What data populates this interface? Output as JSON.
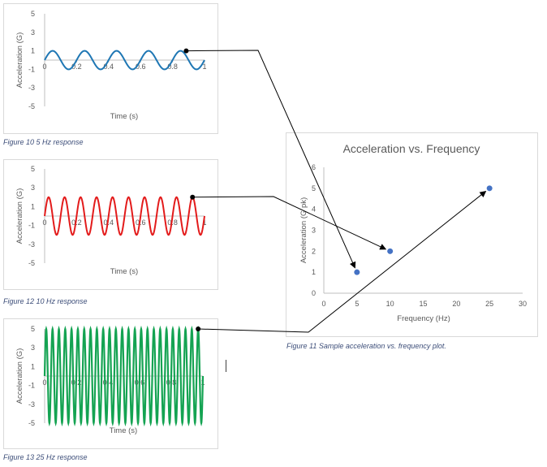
{
  "colors": {
    "wave_5hz": "#1f77b4",
    "wave_10hz": "#e31b1b",
    "wave_25hz": "#14a352",
    "scatter": "#4472c4",
    "arrow": "#000000",
    "caption": "#3d4e79"
  },
  "captions": {
    "fig10": "Figure 10 5 Hz response",
    "fig12": "Figure 12 10 Hz response",
    "fig13": "Figure 13 25 Hz response",
    "fig11": "Figure 11 Sample acceleration vs. frequency plot."
  },
  "chart_data": [
    {
      "type": "line",
      "title": "",
      "xlabel": "Time (s)",
      "ylabel": "Acceleration (G)",
      "xlim": [
        0,
        1
      ],
      "ylim": [
        -5,
        5
      ],
      "x_ticks": [
        "0",
        "0.2",
        "0.4",
        "0.6",
        "0.8",
        "1"
      ],
      "y_ticks": [
        "5",
        "3",
        "1",
        "-1",
        "-3",
        "-5"
      ],
      "series": [
        {
          "frequency_hz": 5,
          "amplitude": 1,
          "color": "#1f77b4"
        }
      ]
    },
    {
      "type": "line",
      "title": "",
      "xlabel": "Time (s)",
      "ylabel": "Acceleration (G)",
      "xlim": [
        0,
        1
      ],
      "ylim": [
        -5,
        5
      ],
      "x_ticks": [
        "0",
        "0.2",
        "0.4",
        "0.6",
        "0.8",
        "1"
      ],
      "y_ticks": [
        "5",
        "3",
        "1",
        "-1",
        "-3",
        "-5"
      ],
      "series": [
        {
          "frequency_hz": 10,
          "amplitude": 2,
          "color": "#e31b1b"
        }
      ]
    },
    {
      "type": "line",
      "title": "",
      "xlabel": "Time (s)",
      "ylabel": "Acceleration (G)",
      "xlim": [
        0,
        1
      ],
      "ylim": [
        -5,
        5
      ],
      "x_ticks": [
        "0",
        "0.2",
        "0.4",
        "0.6",
        "0.8",
        "1"
      ],
      "y_ticks": [
        "5",
        "3",
        "1",
        "-1",
        "-3",
        "-5"
      ],
      "series": [
        {
          "frequency_hz": 25,
          "amplitude": 5,
          "color": "#14a352"
        }
      ]
    },
    {
      "type": "scatter",
      "title": "Acceleration vs. Frequency",
      "xlabel": "Frequency (Hz)",
      "ylabel": "Acceleration (G pk)",
      "xlim": [
        0,
        30
      ],
      "ylim": [
        0,
        6
      ],
      "x_ticks": [
        "0",
        "5",
        "10",
        "15",
        "20",
        "25",
        "30"
      ],
      "y_ticks": [
        "0",
        "1",
        "2",
        "3",
        "4",
        "5",
        "6"
      ],
      "points": [
        {
          "x": 5,
          "y": 1
        },
        {
          "x": 10,
          "y": 2
        },
        {
          "x": 25,
          "y": 5
        }
      ]
    }
  ]
}
